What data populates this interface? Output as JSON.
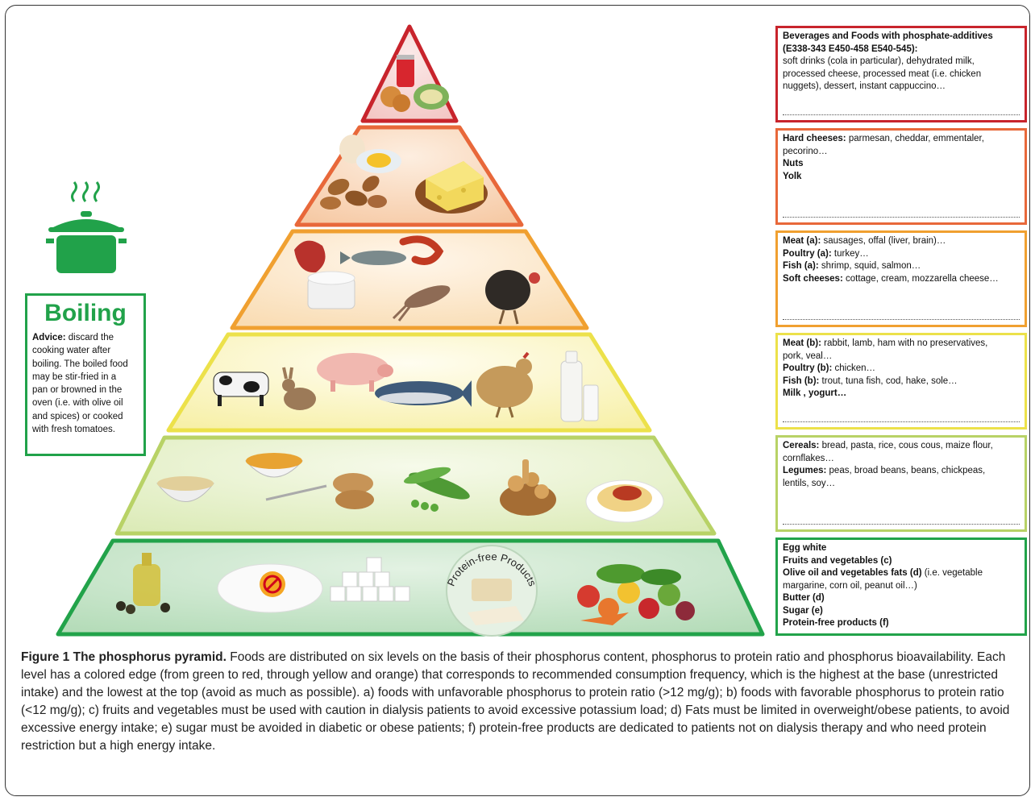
{
  "colors": {
    "level1": "#c8242c",
    "level2": "#e8683a",
    "level3": "#f0a030",
    "level4": "#ece14a",
    "level5": "#b8d266",
    "level6": "#22a34a",
    "boiling": "#21a24a"
  },
  "pyramid": {
    "badge_text": "Protein-free Products"
  },
  "boiling": {
    "title": "Boiling",
    "advice_label": "Advice:",
    "advice_lines": [
      " discard the",
      "cooking water after",
      "boiling. The boiled food",
      "may be stir-fried in a",
      "pan or browned in the",
      "oven (i.e. with olive oil",
      "and spices) or cooked",
      "with fresh tomatoes."
    ]
  },
  "panels": [
    {
      "lines": [
        {
          "bold": "Beverages and Foods  with phosphate-additives",
          "text": ""
        },
        {
          "bold": "(E338-343  E450-458  E540-545):",
          "text": ""
        },
        {
          "bold": "",
          "text": "soft drinks (cola in particular), dehydrated milk,"
        },
        {
          "bold": "",
          "text": "processed cheese, processed meat (i.e. chicken"
        },
        {
          "bold": "",
          "text": "nuggets), dessert, instant cappuccino…"
        }
      ]
    },
    {
      "lines": [
        {
          "bold": "Hard cheeses:",
          "text": " parmesan, cheddar, emmentaler,"
        },
        {
          "bold": "",
          "text": "pecorino…"
        },
        {
          "bold": "Nuts",
          "text": ""
        },
        {
          "bold": "Yolk",
          "text": ""
        }
      ]
    },
    {
      "lines": [
        {
          "bold": "Meat (a):",
          "text": "  sausages, offal (liver, brain)…"
        },
        {
          "bold": "Poultry (a):",
          "text": " turkey…"
        },
        {
          "bold": "Fish (a):",
          "text": " shrimp, squid, salmon…"
        },
        {
          "bold": "Soft cheeses:",
          "text": "  cottage, cream, mozzarella cheese…"
        }
      ]
    },
    {
      "lines": [
        {
          "bold": "Meat (b):",
          "text": " rabbit, lamb, ham  with no preservatives,"
        },
        {
          "bold": "",
          "text": "pork, veal…"
        },
        {
          "bold": "Poultry (b):",
          "text": "  chicken…"
        },
        {
          "bold": "Fish (b):",
          "text": " trout, tuna fish, cod, hake, sole…"
        },
        {
          "bold": "Milk , yogurt…",
          "text": ""
        }
      ]
    },
    {
      "lines": [
        {
          "bold": "Cereals:",
          "text": " bread, pasta, rice,  cous cous, maize flour,"
        },
        {
          "bold": "",
          "text": "cornflakes…"
        },
        {
          "bold": "Legumes:",
          "text": " peas, broad beans, beans, chickpeas,"
        },
        {
          "bold": "",
          "text": "lentils, soy…"
        }
      ]
    },
    {
      "lines": [
        {
          "bold": "Egg white",
          "text": ""
        },
        {
          "bold": "Fruits and vegetables (c)",
          "text": ""
        },
        {
          "bold": "Olive oil and vegetables fats (d)",
          "text": " (i.e. vegetable"
        },
        {
          "bold": "",
          "text": "margarine, corn oil, peanut oil…)"
        },
        {
          "bold": "Butter (d)",
          "text": ""
        },
        {
          "bold": "Sugar (e)",
          "text": ""
        },
        {
          "bold": "Protein-free products (f)",
          "text": ""
        }
      ]
    }
  ],
  "caption": {
    "bold": "Figure 1 The phosphorus pyramid.",
    "text": " Foods are distributed on six levels on the basis of their phosphorus content, phosphorus to protein ratio and phosphorus bioavailability. Each level has a colored edge (from green to red, through yellow and orange) that corresponds to recommended consumption frequency, which is the highest at the base (unrestricted intake) and the lowest at the top (avoid as much as possible). a) foods with unfavorable phosphorus to protein ratio (>12 mg/g); b) foods with favorable phosphorus to protein ratio (<12 mg/g); c) fruits and vegetables must be used with caution in dialysis patients to avoid excessive potassium load; d) Fats must be limited in overweight/obese patients, to avoid excessive energy intake; e) sugar must be avoided in diabetic or obese patients; f) protein-free products are dedicated to patients not on dialysis therapy and who need protein restriction but a high energy intake."
  }
}
